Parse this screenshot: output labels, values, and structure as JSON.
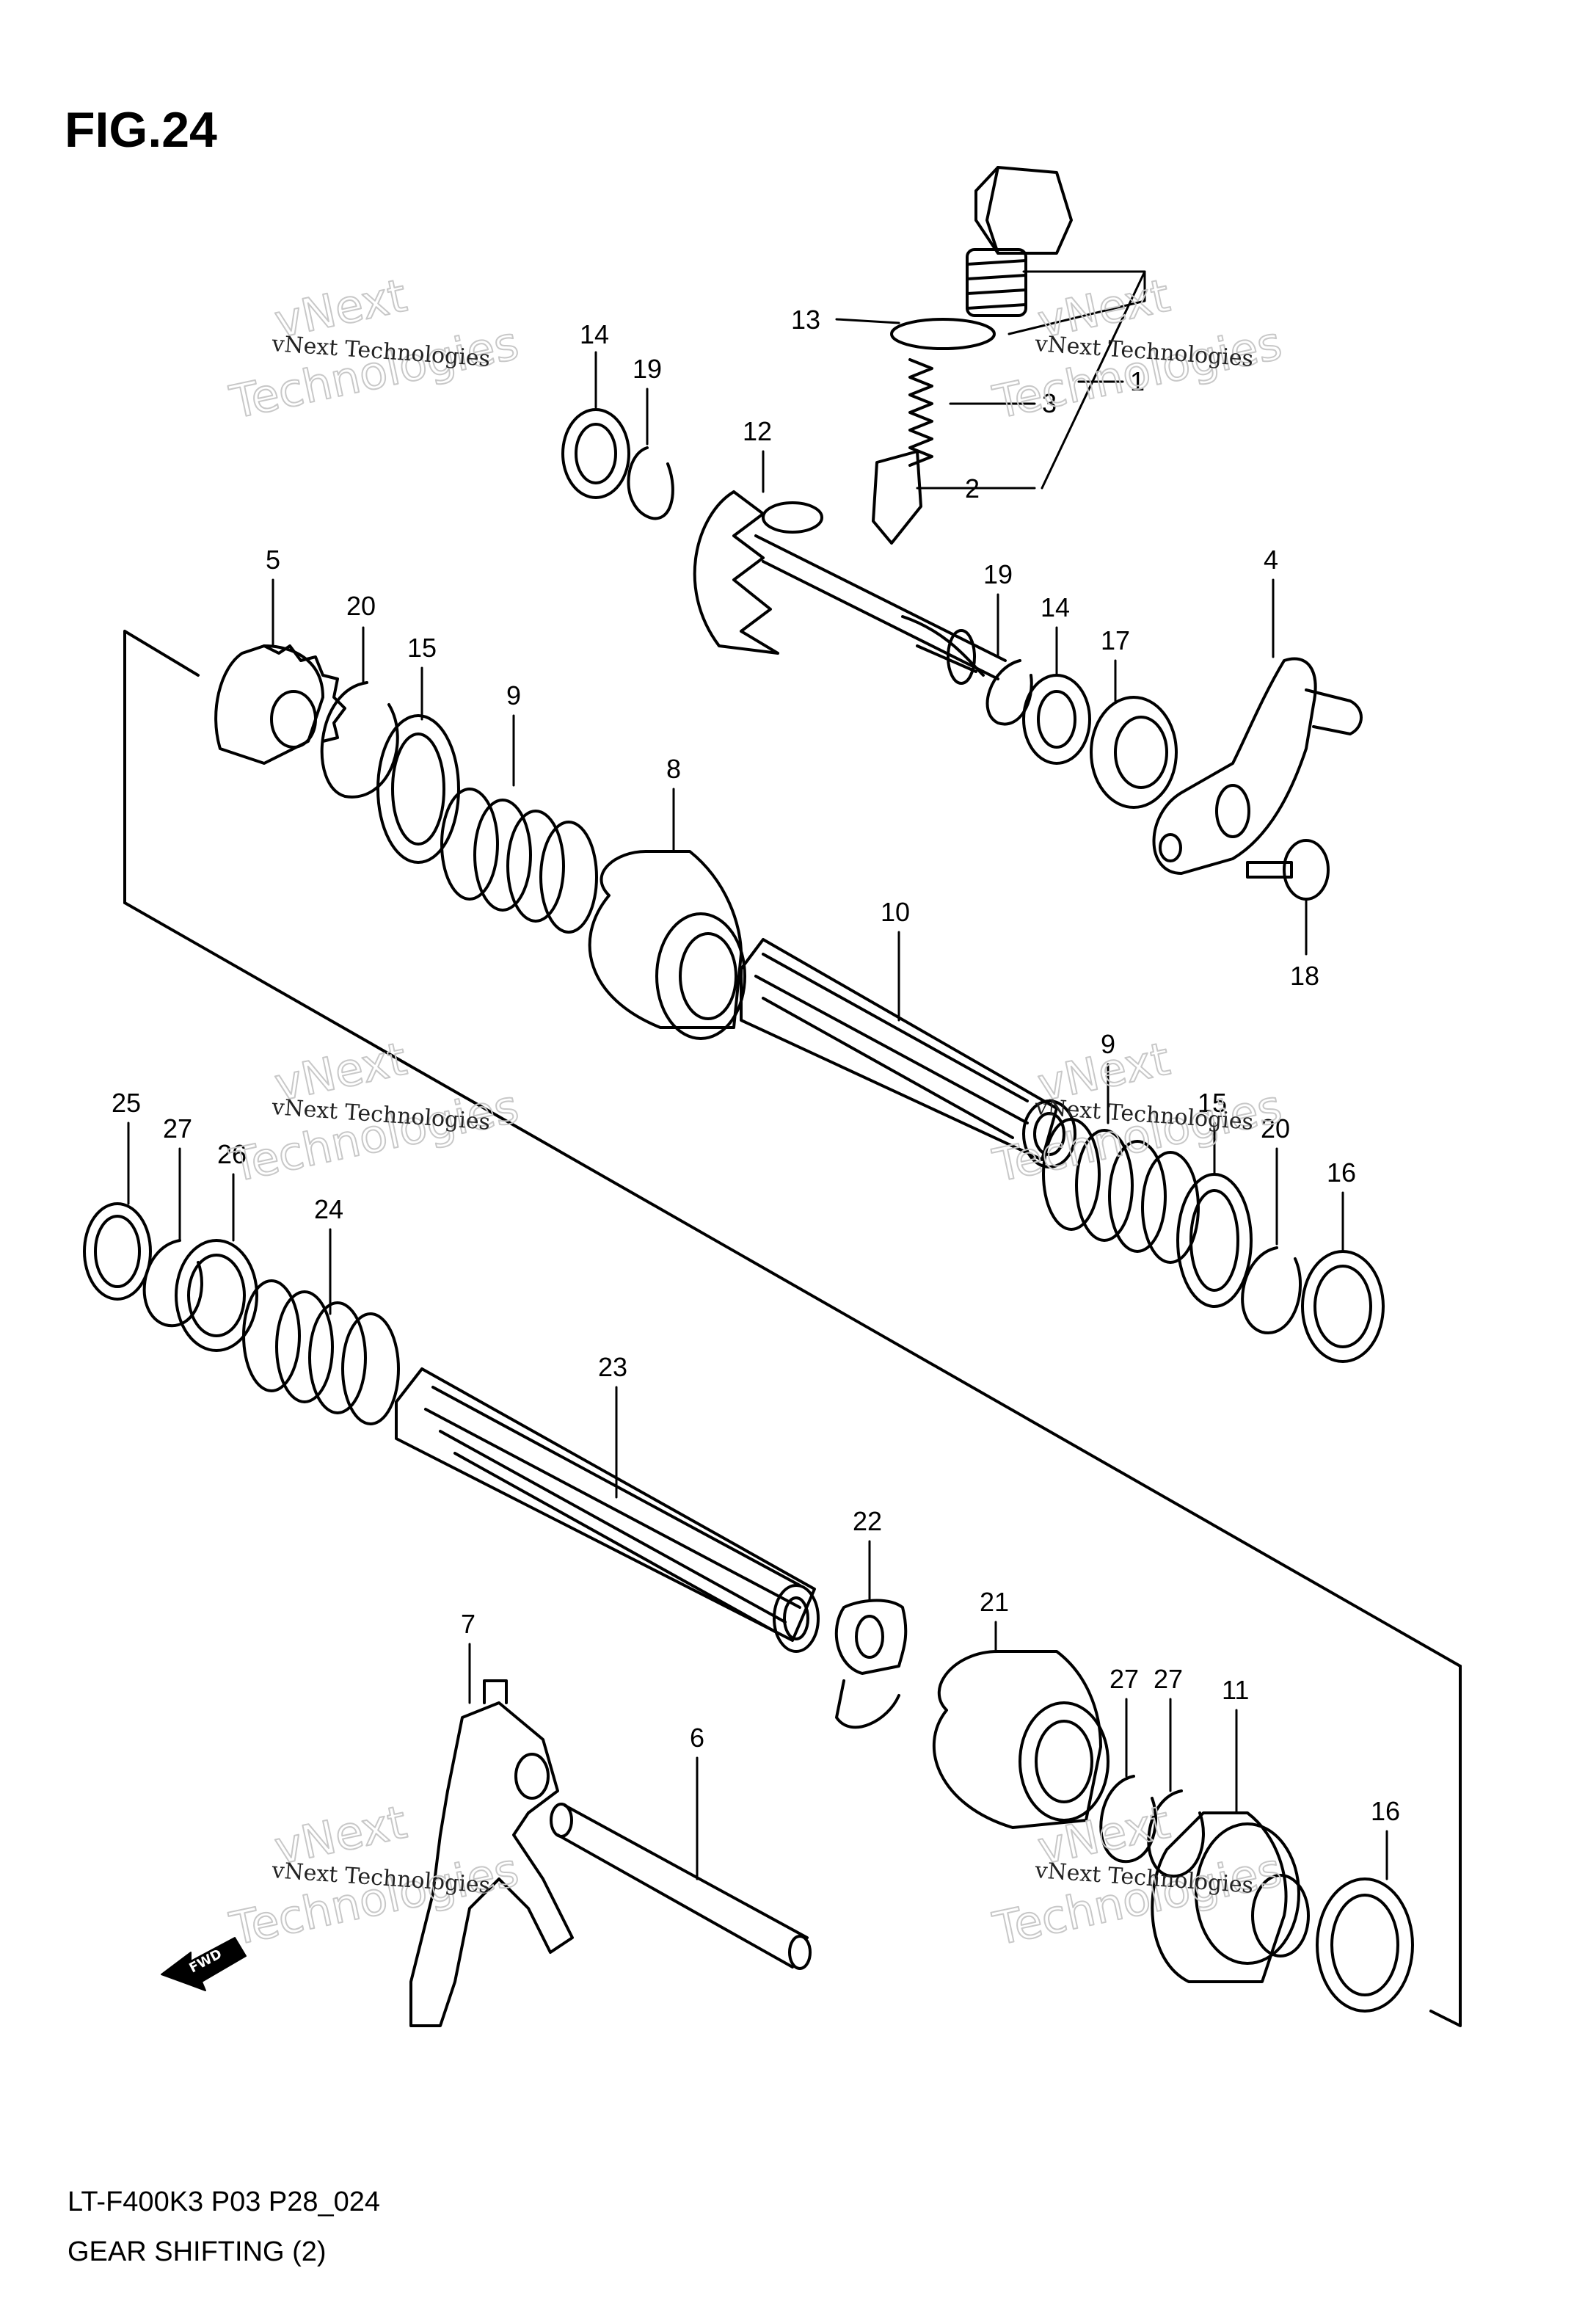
{
  "figure": {
    "title": "FIG.24",
    "model_code": "LT-F400K3 P03 P28_024",
    "caption": "GEAR SHIFTING (2)",
    "fwd_label": "FWD"
  },
  "watermark": {
    "line1": "vNext Technologies",
    "line2": "vNext",
    "line3": "Technologies"
  },
  "callouts": [
    {
      "id": "c13",
      "label": "13"
    },
    {
      "id": "c3",
      "label": "3"
    },
    {
      "id": "c1",
      "label": "1"
    },
    {
      "id": "c2",
      "label": "2"
    },
    {
      "id": "c14a",
      "label": "14"
    },
    {
      "id": "c19a",
      "label": "19"
    },
    {
      "id": "c12",
      "label": "12"
    },
    {
      "id": "c19b",
      "label": "19"
    },
    {
      "id": "c14b",
      "label": "14"
    },
    {
      "id": "c17",
      "label": "17"
    },
    {
      "id": "c4",
      "label": "4"
    },
    {
      "id": "c18",
      "label": "18"
    },
    {
      "id": "c5",
      "label": "5"
    },
    {
      "id": "c20a",
      "label": "20"
    },
    {
      "id": "c15a",
      "label": "15"
    },
    {
      "id": "c9a",
      "label": "9"
    },
    {
      "id": "c8",
      "label": "8"
    },
    {
      "id": "c10",
      "label": "10"
    },
    {
      "id": "c9b",
      "label": "9"
    },
    {
      "id": "c15b",
      "label": "15"
    },
    {
      "id": "c20b",
      "label": "20"
    },
    {
      "id": "c16a",
      "label": "16"
    },
    {
      "id": "c25",
      "label": "25"
    },
    {
      "id": "c27a",
      "label": "27"
    },
    {
      "id": "c26",
      "label": "26"
    },
    {
      "id": "c24",
      "label": "24"
    },
    {
      "id": "c23",
      "label": "23"
    },
    {
      "id": "c22",
      "label": "22"
    },
    {
      "id": "c21",
      "label": "21"
    },
    {
      "id": "c7",
      "label": "7"
    },
    {
      "id": "c6",
      "label": "6"
    },
    {
      "id": "c27b",
      "label": "27"
    },
    {
      "id": "c27c",
      "label": "27"
    },
    {
      "id": "c11",
      "label": "11"
    },
    {
      "id": "c16b",
      "label": "16"
    }
  ]
}
